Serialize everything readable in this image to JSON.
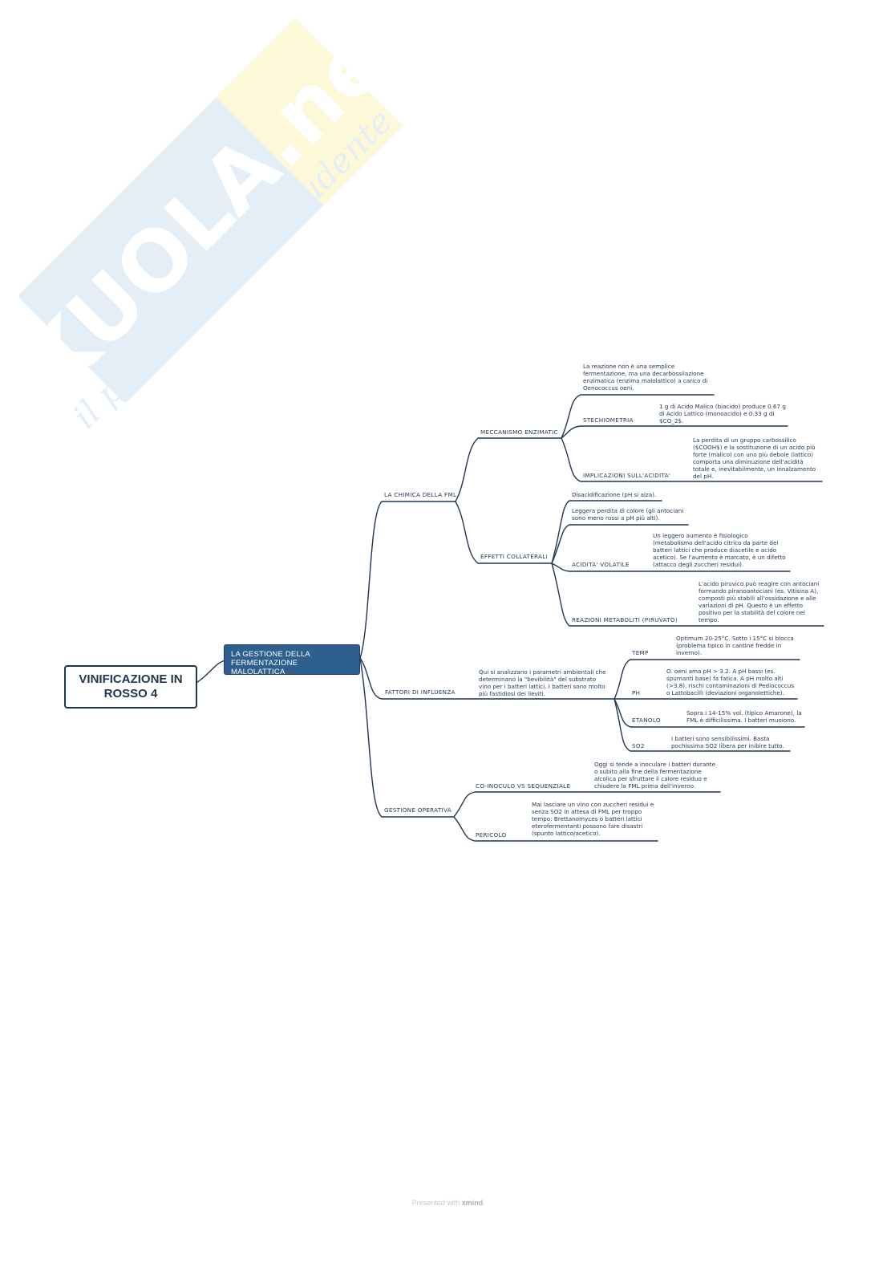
{
  "watermark": {
    "logo_text": "SKUOLA.net",
    "tagline": "il paradiso dello studente"
  },
  "colors": {
    "line": "#1f3552",
    "text": "#1f3552",
    "main_fill": "#2f5f8f",
    "watermark_blue": "#dcebf6",
    "watermark_yellow": "#fdf7d4"
  },
  "root": {
    "title": "VINIFICAZIONE IN ROSSO 4"
  },
  "main_topic": {
    "title": "LA GESTIONE DELLA FERMENTAZIONE MALOLATTICA"
  },
  "branches": {
    "chimica": {
      "label": "LA CHIMICA DELLA FML",
      "meccanismo": {
        "label": "MECCANISMO ENZIMATIC",
        "intro": "La reazione non è una semplice fermentazione, ma una decarbossilazione enzimatica (enzima malolattico) a carico di Oenococcus oeni.",
        "stechiometria": {
          "label": "STECHIOMETRIA",
          "text": "1 g di Acido Malico (biacido) produce 0.67 g di Acido Lattico (monoacido) e 0.33 g di $CO_2$."
        },
        "implicazioni": {
          "label": "IMPLICAZIONI SULL'ACIDITA'",
          "text": "La perdita di un gruppo carbossilico ($COOH$) e la sostituzione di un acido più forte (malico) con uno più debole (lattico) comporta una diminuzione dell'acidità totale e, inevitabilmente, un innalzamento del pH."
        }
      },
      "effetti": {
        "label": "EFFETTI COLLATERALI",
        "disacidificazione": "Disacidificazione (pH si alza).",
        "colore": "Leggera perdita di colore (gli antociani sono meno rossi a pH più alti).",
        "acidita_volatile": {
          "label": "ACIDITA' VOLATILE",
          "text": "Un leggero aumento è fisiologico (metabolismo dell'acido citrico da parte dei batteri lattici che produce diacetile e acido acetico). Se l'aumento è marcato, è un difetto (attacco degli zuccheri residui)."
        },
        "piruvato": {
          "label": "REAZIONI METABOLITI (PIRUVATO)",
          "text": "L'acido piruvico può reagire con antociani formando piranoantociani (es. Vitisina A), composti più stabili all'ossidazione e alle variazioni di pH. Questo è un effetto positivo per la stabilità del colore nel tempo."
        }
      }
    },
    "fattori": {
      "label": "FATTORI DI INFLUENZA",
      "intro": "Qui si analizzano i parametri ambientali che determinano la \"bevibilità\" del substrato vino per i batteri lattici. I batteri sono molto più fastidiosi dei lieviti.",
      "temp": {
        "label": "TEMP",
        "text": "Optimum 20-25°C. Sotto i 15°C si blocca (problema tipico in cantine fredde in inverno)."
      },
      "ph": {
        "label": "PH",
        "text": "O. oeni ama pH > 3.2. A pH bassi (es. spumanti base) fa fatica. A pH molto alti (>3.8), rischi contaminazioni di Pediococcus o Lattobacilli (deviazioni organolettiche)."
      },
      "etanolo": {
        "label": "ETANOLO",
        "text": "Sopra i 14-15% vol. (tipico Amarone), la FML è difficilissima. I batteri muoiono."
      },
      "so2": {
        "label": "SO2",
        "text": "I batteri sono sensibilissimi. Basta pochissima SO2 libera per inibire tutto."
      }
    },
    "gestione": {
      "label": "GESTIONE OPERATIVA",
      "coinoculo": {
        "label": "CO-INOCULO VS SEQUENZIALE",
        "text": "Oggi si tende a inoculare i batteri durante o subito alla fine della fermentazione alcolica per sfruttare il calore residuo e chiudere la FML prima dell'inverno."
      },
      "pericolo": {
        "label": "PERICOLO",
        "text": "Mai lasciare un vino con zuccheri residui e senza SO2 in attesa di FML per troppo tempo: Brettanomyces o batteri lattici eterofermentanti possono fare disastri (spunto lattico/acetico)."
      }
    }
  },
  "footer": {
    "prefix": "Presented with",
    "brand": "xmind"
  }
}
